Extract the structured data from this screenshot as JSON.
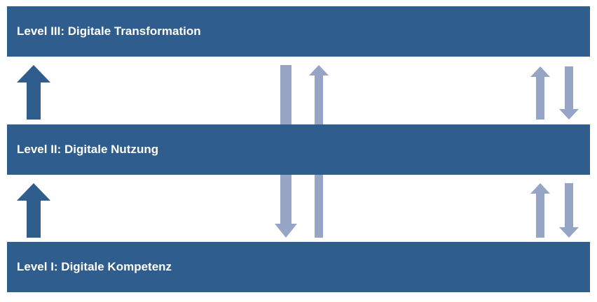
{
  "colors": {
    "bar_fill": "#2e5d8e",
    "bar_text": "#ffffff",
    "arrow_dark": "#2e5d8e",
    "arrow_light": "#96a5c6",
    "background": "#ffffff"
  },
  "levels": [
    {
      "label": "Level III: Digitale Transformation"
    },
    {
      "label": "Level II: Digitale Nutzung"
    },
    {
      "label": "Level I: Digitale Kompetenz"
    }
  ],
  "arrows": [
    {
      "name": "arrow-up-dark-lower",
      "icon": "arrow-up-icon",
      "direction": "up",
      "color": "arrow_dark"
    },
    {
      "name": "arrow-up-dark-upper",
      "icon": "arrow-up-icon",
      "direction": "up",
      "color": "arrow_dark"
    },
    {
      "name": "arrow-down-center-long",
      "icon": "arrow-down-icon",
      "direction": "down",
      "color": "arrow_light"
    },
    {
      "name": "arrow-up-center-long",
      "icon": "arrow-up-icon",
      "direction": "up",
      "color": "arrow_light"
    },
    {
      "name": "arrow-up-right-upper",
      "icon": "arrow-up-icon",
      "direction": "up",
      "color": "arrow_light"
    },
    {
      "name": "arrow-down-right-upper",
      "icon": "arrow-down-icon",
      "direction": "down",
      "color": "arrow_light"
    },
    {
      "name": "arrow-up-right-lower",
      "icon": "arrow-up-icon",
      "direction": "up",
      "color": "arrow_light"
    },
    {
      "name": "arrow-down-right-lower",
      "icon": "arrow-down-icon",
      "direction": "down",
      "color": "arrow_light"
    }
  ]
}
